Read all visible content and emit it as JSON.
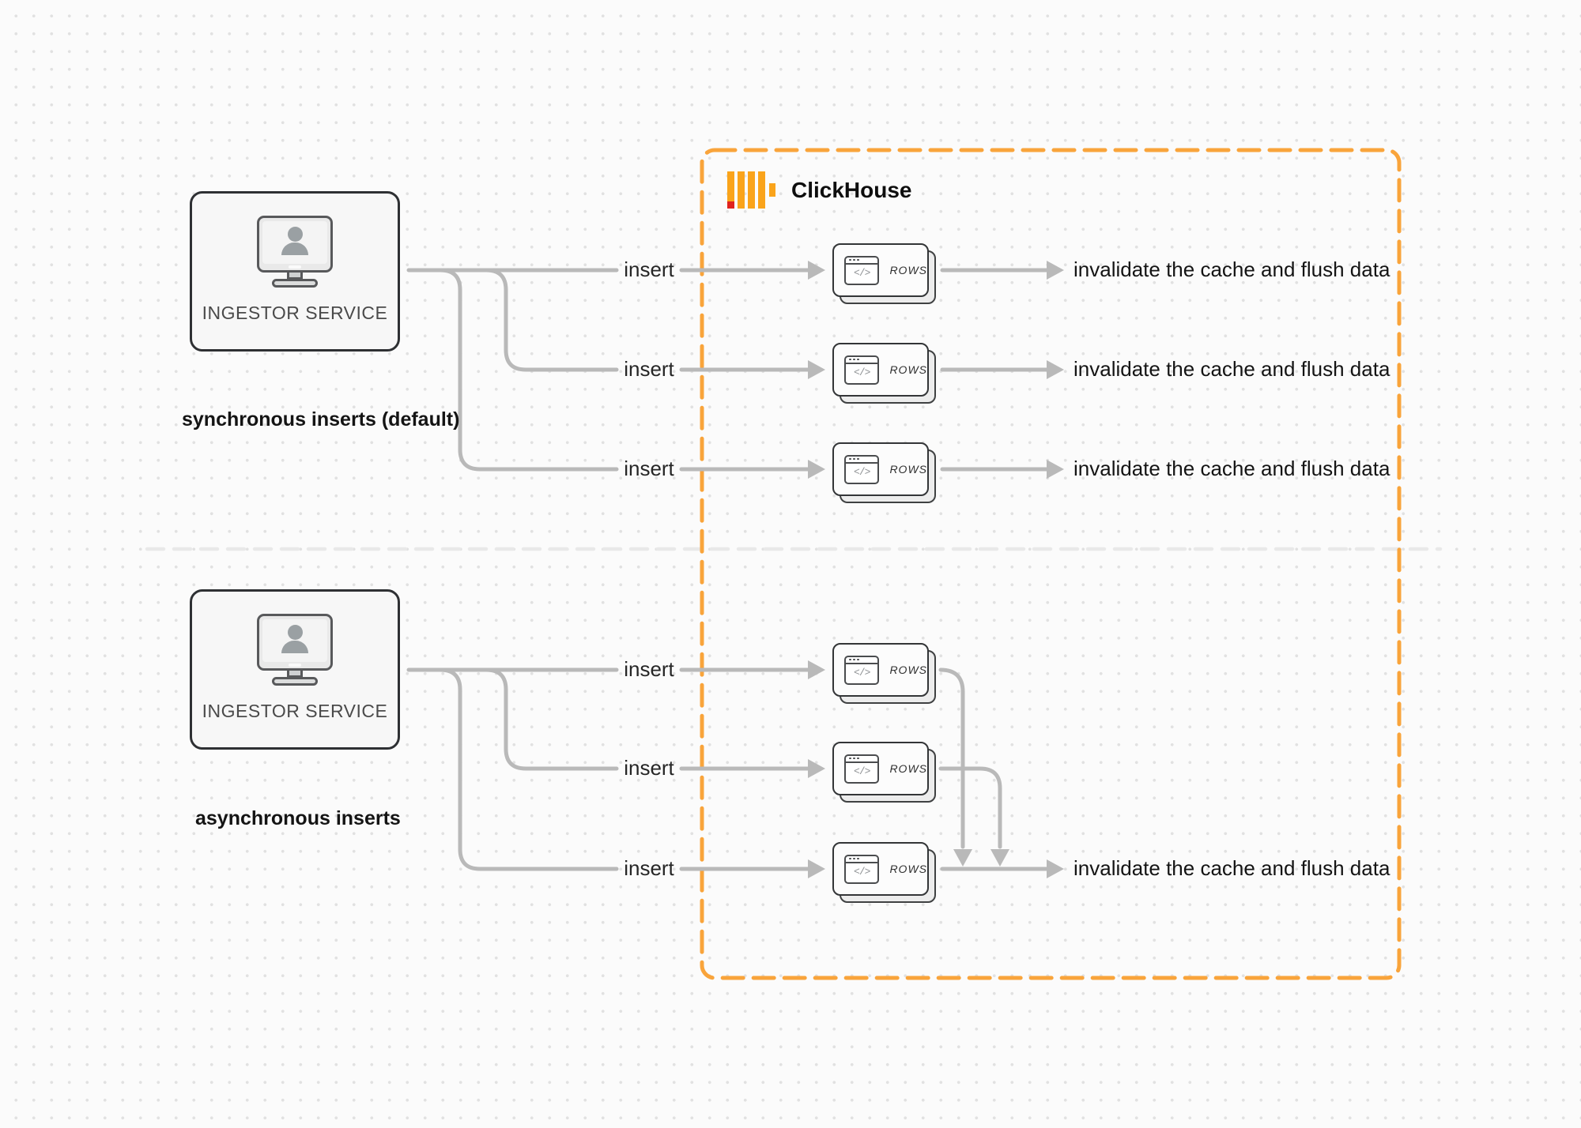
{
  "clickhouse": {
    "name": "ClickHouse"
  },
  "sync_flow": {
    "caption": "synchronous inserts (default)",
    "service_label": "INGESTOR SERVICE",
    "rows": [
      {
        "insert_label": "insert",
        "table_label": "ROWS",
        "outcome": "invalidate the cache and flush data"
      },
      {
        "insert_label": "insert",
        "table_label": "ROWS",
        "outcome": "invalidate the cache and flush data"
      },
      {
        "insert_label": "insert",
        "table_label": "ROWS",
        "outcome": "invalidate the cache and flush data"
      }
    ]
  },
  "async_flow": {
    "caption": "asynchronous inserts",
    "service_label": "INGESTOR SERVICE",
    "rows": [
      {
        "insert_label": "insert",
        "table_label": "ROWS"
      },
      {
        "insert_label": "insert",
        "table_label": "ROWS"
      },
      {
        "insert_label": "insert",
        "table_label": "ROWS"
      }
    ],
    "merged_outcome": "invalidate the cache and flush data"
  },
  "icons": {
    "code_window_glyph": "</>"
  },
  "colors": {
    "clickhouse_orange": "#F9A43B",
    "logo_yellow": "#FAA41B",
    "logo_red": "#E0231D",
    "connector_gray": "#B9B9B9",
    "divider_gray": "#E9E9E9",
    "box_border": "#2E3033"
  }
}
